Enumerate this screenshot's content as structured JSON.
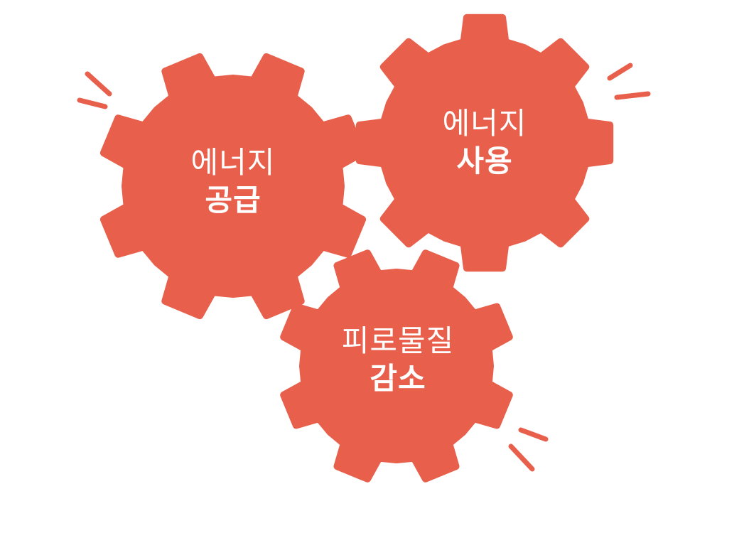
{
  "colors": {
    "gear": "#E8604C",
    "text": "#FFFFFF",
    "background": "#FFFFFF"
  },
  "gears": [
    {
      "id": "supply",
      "line1": "에너지",
      "line2": "공급"
    },
    {
      "id": "usage",
      "line1": "에너지",
      "line2": "사용"
    },
    {
      "id": "waste",
      "line1": "피로물질",
      "line2": "감소"
    }
  ]
}
